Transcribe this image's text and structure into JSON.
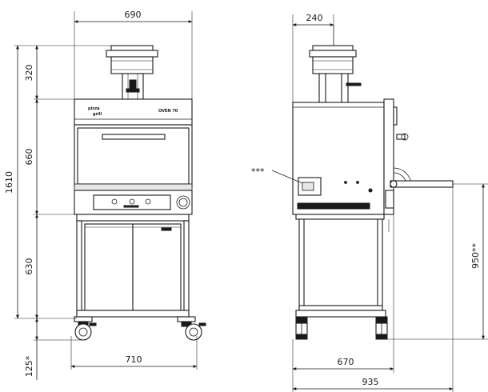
{
  "front_view": {
    "width_top": "690",
    "width_base": "710",
    "height_total": "1610",
    "height_hood": "320",
    "height_oven": "660",
    "height_stand": "630",
    "height_wheels": "125*",
    "brand_left": "pizza\ngrill",
    "brand_right": "OVEN 70"
  },
  "side_view": {
    "depth_top": "240",
    "depth_base": "670",
    "depth_total": "935",
    "shelf_height": "950**",
    "note_marker": "***"
  }
}
